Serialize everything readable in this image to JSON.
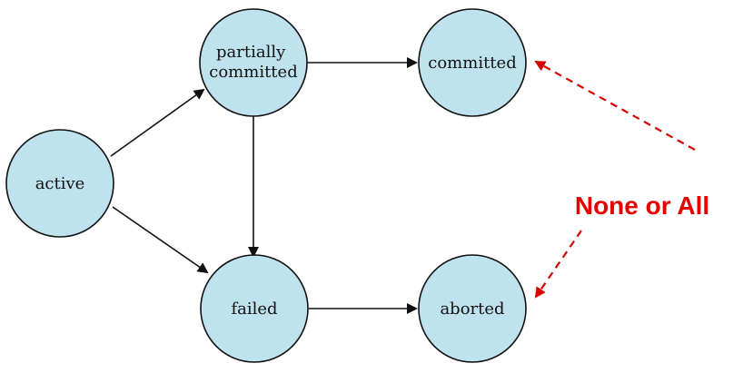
{
  "states": {
    "active": {
      "label": "active"
    },
    "partially_committed": {
      "lines": [
        "partially",
        "committed"
      ]
    },
    "committed": {
      "label": "committed"
    },
    "failed": {
      "label": "failed"
    },
    "aborted": {
      "label": "aborted"
    }
  },
  "annotation": {
    "text": "None or All"
  },
  "colors": {
    "state_fill": "#bfe3ee",
    "edge": "#111111",
    "annotation": "#e60000"
  }
}
